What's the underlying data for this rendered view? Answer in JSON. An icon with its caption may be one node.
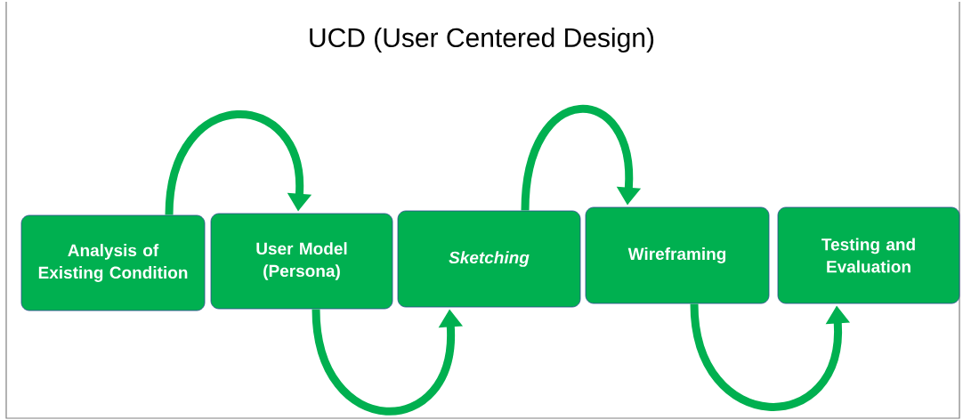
{
  "diagram": {
    "title": "UCD (User Centered Design)",
    "nodes": [
      {
        "text": [
          "Analysis of Existing Condition"
        ]
      },
      {
        "text": [
          "User Model (Persona)"
        ]
      },
      {
        "text": [
          "Sketching"
        ]
      },
      {
        "text": [
          "Wireframing"
        ]
      },
      {
        "text": [
          "Testing and Evaluation"
        ]
      }
    ],
    "edges": [
      {
        "from": 0,
        "to": 1,
        "arrow": "to"
      },
      {
        "from": 1,
        "to": 2,
        "arrow": "to"
      },
      {
        "from": 2,
        "to": 3,
        "arrow": "to"
      },
      {
        "from": 3,
        "to": 4,
        "arrow": "to"
      }
    ]
  }
}
